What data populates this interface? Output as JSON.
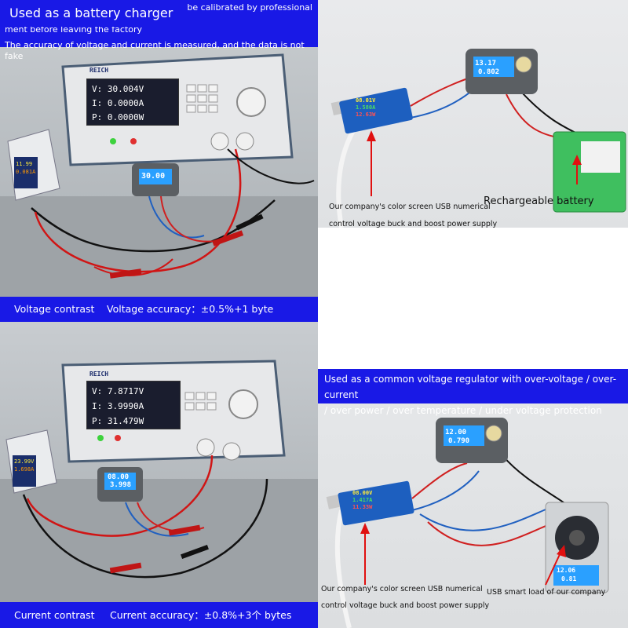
{
  "voltage_panel": {
    "header_line1": "The numerical control power supply must be calibrated by professional equip-",
    "header_line2": "ment before leaving the factory",
    "header_line3": "The accuracy of voltage and current is measured, and the data is not fake",
    "footer_left": "Voltage contrast",
    "footer_right": "Voltage accuracy：±0.5%+1 byte",
    "psu_brand": "REICH",
    "psu_reading_v": "V: 30.004V",
    "psu_reading_i": "I: 0.0000A",
    "psu_reading_p": "P: 0.0000W",
    "module_reading": "30.00",
    "small_psu_v": "11.99",
    "small_psu_i": "0.081A"
  },
  "charger_panel": {
    "header": "Used as a battery charger",
    "usb_caption_line1": "Our company's color screen USB numerical",
    "usb_caption_line2": "control voltage buck and boost power supply",
    "battery_caption": "Rechargeable battery",
    "module_reading_v": "13.17",
    "module_reading_i": "0.802",
    "usb_reading_1": "08.01V",
    "usb_reading_2": "1.580A",
    "usb_reading_3": "12.63W"
  },
  "current_panel": {
    "footer_left": "Current contrast",
    "footer_right": "Current accuracy：±0.8%+3个 bytes",
    "psu_brand": "REICH",
    "psu_reading_v": "V: 7.8717V",
    "psu_reading_i": "I: 3.9990A",
    "psu_reading_p": "P: 31.479W",
    "module_reading_v": "08.00",
    "module_reading_i": "3.998",
    "small_psu_v": "23.99V",
    "small_psu_i": "1.698A"
  },
  "regulator_panel": {
    "header_line1": "Used as a common voltage regulator with over-voltage / over-current",
    "header_line2": "/ over power / over temperature / under voltage protection",
    "usb_caption_line1": "Our company's color screen USB numerical",
    "usb_caption_line2": "control voltage buck and boost power supply",
    "load_caption": "USB smart load of our company",
    "module_reading_v": "12.00",
    "module_reading_i": "0.790",
    "usb_reading_1": "08.00V",
    "usb_reading_2": "1.417A",
    "usb_reading_3": "11.33W",
    "load_reading_v": "12.06",
    "load_reading_i": "0.81"
  },
  "colors": {
    "banner_blue": "#1919e6",
    "arrow_red": "#e01010",
    "lcd_blue": "#2aa0ff",
    "battery_green": "#3fbf5f"
  }
}
